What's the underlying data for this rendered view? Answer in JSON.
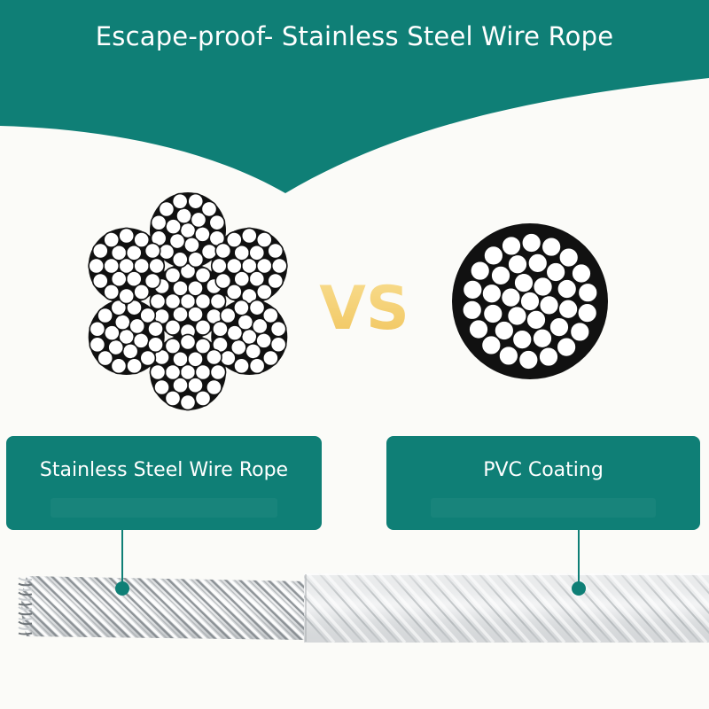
{
  "header": {
    "title": "Escape-proof- Stainless Steel Wire Rope",
    "background_color": "#0f7f76"
  },
  "comparison": {
    "vs_text": "VS",
    "vs_color": "#f5d27a",
    "left_diagram": {
      "name": "stainless-steel-cross-section",
      "strands": 7,
      "wires_per_strand": 19
    },
    "right_diagram": {
      "name": "pvc-coated-cross-section",
      "strands": 1,
      "wires_per_strand": 37
    }
  },
  "labels": {
    "left": "Stainless Steel Wire Rope",
    "right": "PVC Coating",
    "box_color": "#0f7f76"
  },
  "rope": {
    "left_section": "bare-steel",
    "right_section": "pvc-coated"
  }
}
